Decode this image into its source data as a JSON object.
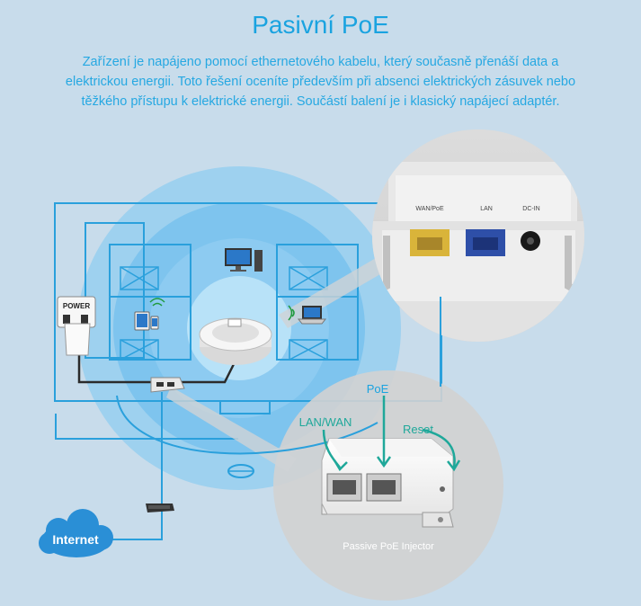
{
  "title": "Pasivní PoE",
  "description": "Zařízení je napájeno pomocí ethernetového kabelu, který současně přenáší data a elektrickou energii. Toto řešení oceníte především při absenci elektrických zásuvek nebo těžkého přístupu k elektrické energii. Součástí balení je i klasický napájecí adaptér.",
  "labels": {
    "power": "POWER",
    "internet": "Internet",
    "port_wan": "WAN/PoE",
    "port_lan": "LAN",
    "port_dcin": "DC-IN",
    "poe": "PoE",
    "lan_wan": "LAN/WAN",
    "reset": "Reset",
    "injector": "Passive PoE Injector"
  },
  "colors": {
    "accent": "#1aa3e0",
    "line": "#2aa0dc",
    "callout_teal": "#1fa89a",
    "port_yellow": "#d9b43a",
    "port_blue": "#2e4fa8"
  }
}
